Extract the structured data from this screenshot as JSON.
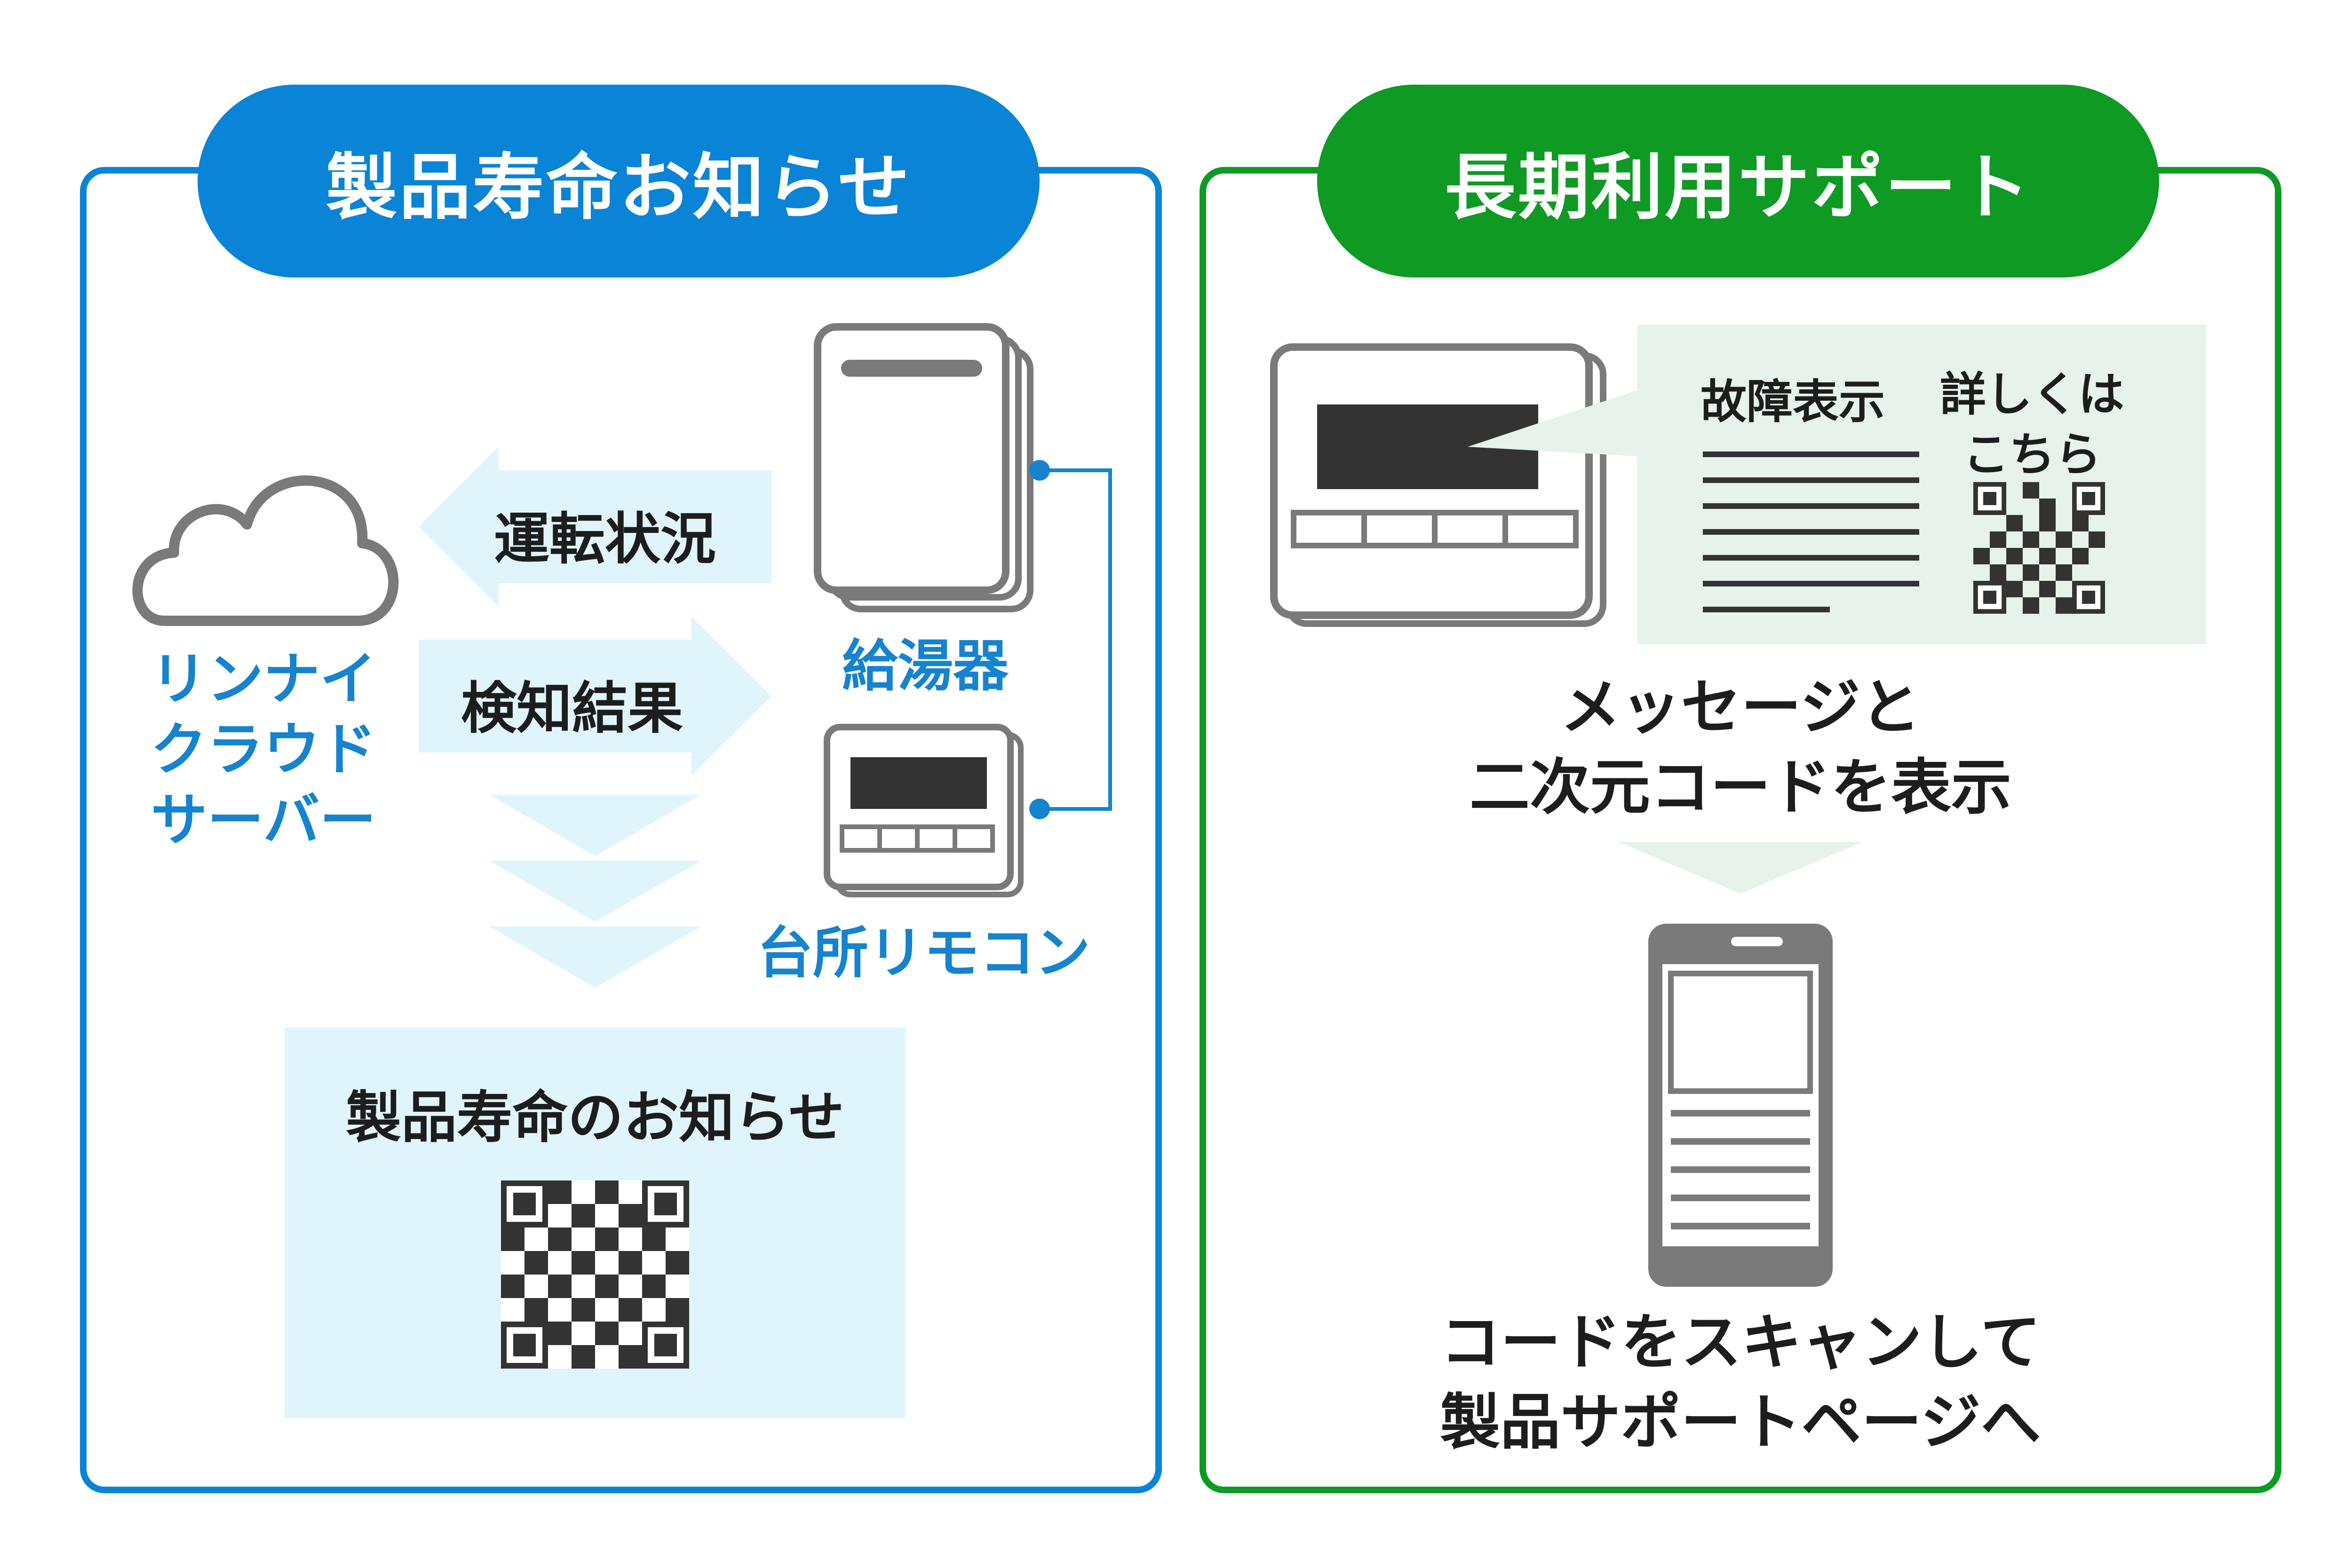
{
  "colors": {
    "blue": "#0a84d6",
    "green": "#0f9a24",
    "light_blue_bg": "#e0f4fb",
    "light_green_bg": "#e6f2ea",
    "device_gray": "#7a7a7a",
    "dark": "#333333"
  },
  "left_panel": {
    "title": "製品寿命お知らせ",
    "cloud_label": "リンナイ\nクラウド\nサーバー",
    "arrow_to_cloud": "運転状況",
    "arrow_from_cloud": "検知結果",
    "water_heater_label": "給湯器",
    "remote_label": "台所リモコン",
    "notice_box_title": "製品寿命のお知らせ"
  },
  "right_panel": {
    "title": "長期利用サポート",
    "bubble_text_left": "故障表示",
    "bubble_text_right": "詳しくは\nこちら",
    "message_caption": "メッセージと\n二次元コードを表示",
    "scan_caption": "コードをスキャンして\n製品サポートページへ"
  },
  "icons": {
    "cloud": "cloud-icon",
    "water_heater": "water-heater-icon",
    "remote": "remote-controller-icon",
    "qr": "qr-code-icon",
    "smartphone": "smartphone-icon",
    "arrow": "arrow-icon"
  }
}
